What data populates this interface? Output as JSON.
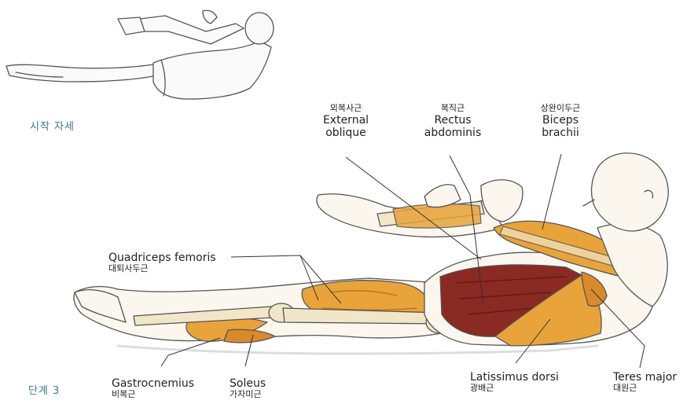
{
  "captions": {
    "start_position": "시작 자세",
    "step": "단계 3"
  },
  "labels": {
    "external_oblique": {
      "ko": "외복사근",
      "en_line1": "External",
      "en_line2": "oblique"
    },
    "rectus_abdominis": {
      "ko": "복직근",
      "en_line1": "Rectus",
      "en_line2": "abdominis"
    },
    "biceps_brachii": {
      "ko": "상완이두근",
      "en_line1": "Biceps",
      "en_line2": "brachii"
    },
    "quadriceps_femoris": {
      "en": "Quadriceps femoris",
      "ko": "대퇴사두근"
    },
    "gastrocnemius": {
      "en": "Gastrocnemius",
      "ko": "비복근"
    },
    "soleus": {
      "en": "Soleus",
      "ko": "가자미근"
    },
    "latissimus_dorsi": {
      "en": "Latissimus dorsi",
      "ko": "광배근"
    },
    "teres_major": {
      "en": "Teres major",
      "ko": "대원근"
    }
  },
  "colors": {
    "caption": "#3a7a8c",
    "muscle_orange": "#e8a43a",
    "muscle_red": "#8a2a22",
    "bone": "#f1e6c8",
    "outline": "#555555"
  }
}
